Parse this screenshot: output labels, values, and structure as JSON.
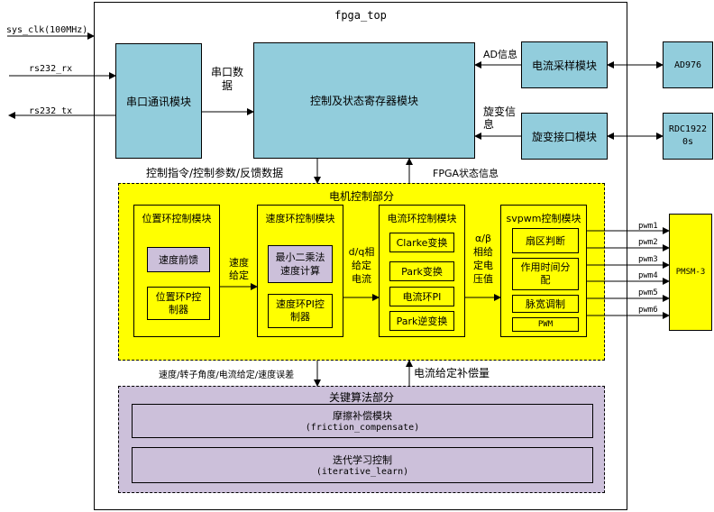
{
  "top": {
    "title": "fpga_top"
  },
  "inputs": {
    "sys_clk": "sys_clk(100MHz)",
    "rx": "rs232_rx",
    "tx": "rs232_tx"
  },
  "uart": {
    "label": "串口通讯模块"
  },
  "serial_data": {
    "label": "串口数\n据"
  },
  "ctrl_reg": {
    "label": "控制及状态寄存器模块"
  },
  "ad_info": {
    "label": "AD信息"
  },
  "resolver_info": {
    "label": "旋变信\n息"
  },
  "current_sample": {
    "label": "电流采样模块"
  },
  "resolver_if": {
    "label": "旋变接口模块"
  },
  "ad976": {
    "label": "AD976"
  },
  "rdc": {
    "label": "RDC1922\n0s"
  },
  "bus_left": {
    "label": "控制指令/控制参数/反馈数据"
  },
  "bus_right": {
    "label": "FPGA状态信息"
  },
  "motor": {
    "title": "电机控制部分",
    "pos": {
      "title": "位置环控制模块",
      "ff": "速度前馈",
      "pi": "位置环P控\n制器"
    },
    "speed_given": "速度\n给定",
    "spd": {
      "title": "速度环控制模块",
      "ls": "最小二乘法\n速度计算",
      "pi": "速度环PI控\n制器"
    },
    "dq": "d/q相\n给定\n电流",
    "cur": {
      "title": "电流环控制模块",
      "clarke": "Clarke变换",
      "park": "Park变换",
      "pi": "电流环PI",
      "ipark": "Park逆变换"
    },
    "ab": "α/β\n相给\n定电\n压值",
    "svpwm": {
      "title": "svpwm控制模块",
      "sector": "扇区判断",
      "time": "作用时间分\n配",
      "pulse": "脉宽调制",
      "pwm": "PWM"
    }
  },
  "pwm": [
    "pwm1",
    "pwm2",
    "pwm3",
    "pwm4",
    "pwm5",
    "pwm6"
  ],
  "pmsm": {
    "label": "PMSM-3"
  },
  "bottom_left": {
    "label": "速度/转子角度/电流给定/速度误差"
  },
  "bottom_right": {
    "label": "电流给定补偿量"
  },
  "algo": {
    "title": "关键算法部分",
    "friction": {
      "cn": "摩擦补偿模块",
      "en": "(friction_compensate)"
    },
    "iterative": {
      "cn": "迭代学习控制",
      "en": "(iterative_learn)"
    }
  }
}
